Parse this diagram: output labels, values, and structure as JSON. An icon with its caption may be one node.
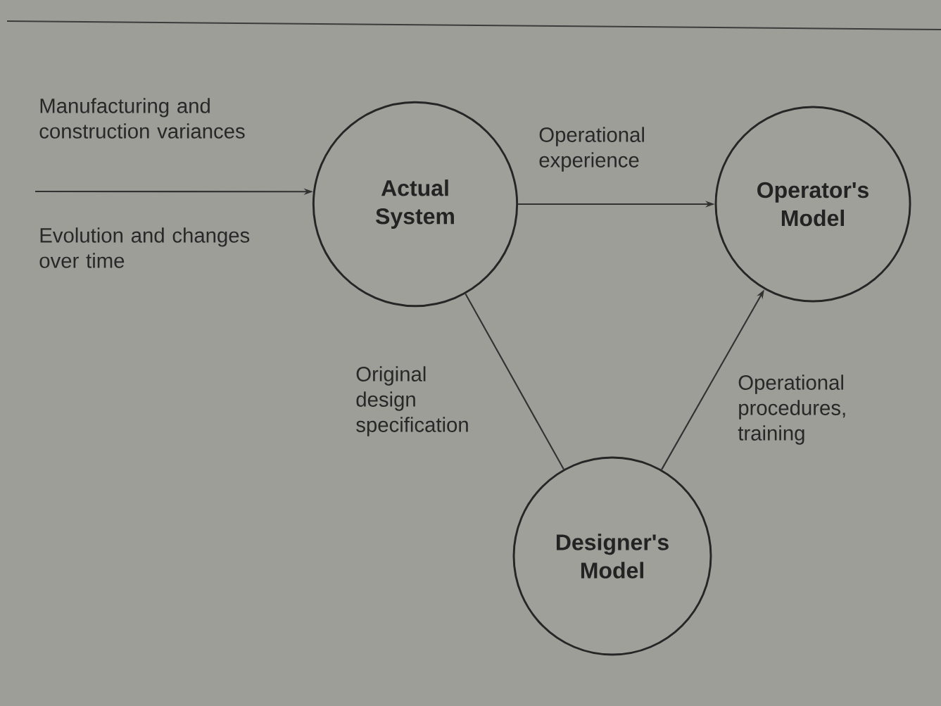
{
  "diagram": {
    "nodes": [
      {
        "text": [
          "Actual System"
        ]
      },
      {
        "text": [
          "Operator's Model"
        ]
      },
      {
        "text": [
          "Designer's Model"
        ]
      }
    ],
    "edges": [
      {
        "from": null,
        "to": 0,
        "arrow": "to",
        "label": "Manufacturing and construction variances"
      },
      {
        "from": 0,
        "to": 1,
        "arrow": "to",
        "label": "Operational experience"
      },
      {
        "from": 0,
        "to": 2,
        "arrow": "none",
        "label": "Original design specification"
      },
      {
        "from": 2,
        "to": 1,
        "arrow": "to",
        "label": "Operational procedures, training"
      }
    ],
    "labels": [
      "Evolution and changes over time"
    ]
  }
}
